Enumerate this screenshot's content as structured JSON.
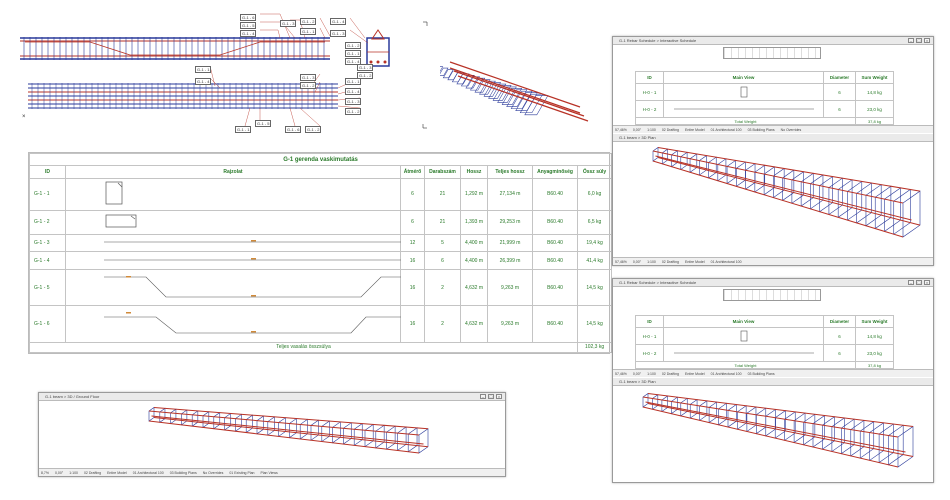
{
  "plan": {
    "tags": [
      "G-1 - 6",
      "G-1 - 5",
      "G-1 - 4",
      "G-1 - 3",
      "G-1 - 2",
      "G-1 - 1",
      "G-1 - 4",
      "G-1 - 3",
      "G-1 - 2",
      "G-1 - 1",
      "G-1 - 4",
      "G-1 - 3",
      "G-1 - 2",
      "G-1 - 1",
      "G-1 - 4",
      "G-1 - 3",
      "G-1 - 2",
      "G-1 - 1",
      "G-1 - 4",
      "G-1 - 3",
      "G-1 - 2",
      "G-1 - 1",
      "G-1 - 5",
      "G-1 - 6",
      "G-1 - 2"
    ]
  },
  "schedule": {
    "title": "G-1 gerenda vaskimutatás",
    "columns": [
      "ID",
      "Rajzolat",
      "Átmérő",
      "Darabszám",
      "Hossz",
      "Teljes hossz",
      "Anyagminőség",
      "Össz súly"
    ],
    "rows": [
      {
        "id": "G-1 - 1",
        "diameter": "6",
        "count": "21",
        "length": "1,292 m",
        "total": "27,134 m",
        "grade": "B60.40",
        "weight": "6,0 kg",
        "shape": "stirrup-tall"
      },
      {
        "id": "G-1 - 2",
        "diameter": "6",
        "count": "21",
        "length": "1,393 m",
        "total": "29,253 m",
        "grade": "B60.40",
        "weight": "6,5 kg",
        "shape": "stirrup-wide"
      },
      {
        "id": "G-1 - 3",
        "diameter": "12",
        "count": "5",
        "length": "4,400 m",
        "total": "21,999 m",
        "grade": "B60.40",
        "weight": "19,4 kg",
        "shape": "straight"
      },
      {
        "id": "G-1 - 4",
        "diameter": "16",
        "count": "6",
        "length": "4,400 m",
        "total": "26,399 m",
        "grade": "B60.40",
        "weight": "41,4 kg",
        "shape": "straight"
      },
      {
        "id": "G-1 - 5",
        "diameter": "16",
        "count": "2",
        "length": "4,632 m",
        "total": "9,263 m",
        "grade": "B60.40",
        "weight": "14,5 kg",
        "shape": "bent"
      },
      {
        "id": "G-1 - 6",
        "diameter": "16",
        "count": "2",
        "length": "4,632 m",
        "total": "9,263 m",
        "grade": "B60.40",
        "weight": "14,5 kg",
        "shape": "bent"
      }
    ],
    "total_label": "Teljes vasalás összsúlya",
    "total_weight": "102,3 kg"
  },
  "windows": [
    {
      "title": "G-1 Rebar Schedule > Interactive Schedule",
      "subtitle": "G-1 beam > 3D Plan",
      "headers": [
        "ID",
        "Main View",
        "Diameter",
        "Sum Weight"
      ],
      "rows": [
        {
          "id": "H-0 - 1",
          "diameter": "6",
          "weight": "14,8 kg"
        },
        {
          "id": "H-0 - 2",
          "diameter": "6",
          "weight": "23,0 kg"
        }
      ],
      "total_label": "Total Weight",
      "total": "37,8 kg"
    },
    {
      "title": "G-1 Rebar Schedule > Interactive Schedule",
      "subtitle": "G-1 beam > 3D Plan",
      "headers": [
        "ID",
        "Main View",
        "Diameter",
        "Sum Weight"
      ],
      "rows": [
        {
          "id": "H-0 - 1",
          "diameter": "6",
          "weight": "14,8 kg"
        },
        {
          "id": "H-0 - 2",
          "diameter": "6",
          "weight": "23,0 kg"
        }
      ],
      "total_label": "Total Weight",
      "total": "37,8 kg"
    }
  ],
  "status_bar": {
    "zoom": "57,46%",
    "angle": "0,00°",
    "scale": "1:100",
    "layers": [
      "02 Drafting",
      "Entire Model",
      "01 Architectural 100",
      "03 Building Plans",
      "No Overrides",
      "01 Existing Plan",
      "Plan Views"
    ]
  },
  "bottom_window": {
    "title": "G-1 beam > 3D / Ground Floor",
    "zoom": "8,7%",
    "angle": "0,00°",
    "scale": "1:100"
  },
  "colors": {
    "rebar_red": "#b83226",
    "rebar_blue": "#2a3a9a",
    "table_green": "#2a7a2a"
  }
}
